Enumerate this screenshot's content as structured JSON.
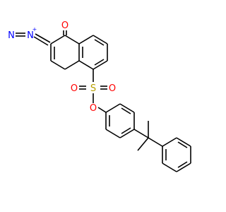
{
  "molecule": {
    "atoms": {
      "o_ketone": "O",
      "n_inner": "N",
      "n_inner_charge": "+",
      "n_terminal": "N",
      "s": "S",
      "o_s_left": "O",
      "o_s_right": "O",
      "o_ester": "O"
    },
    "colors": {
      "bond": "#000000",
      "oxygen": "#ff0000",
      "nitrogen": "#0000ff",
      "sulfur": "#b8a000"
    }
  }
}
